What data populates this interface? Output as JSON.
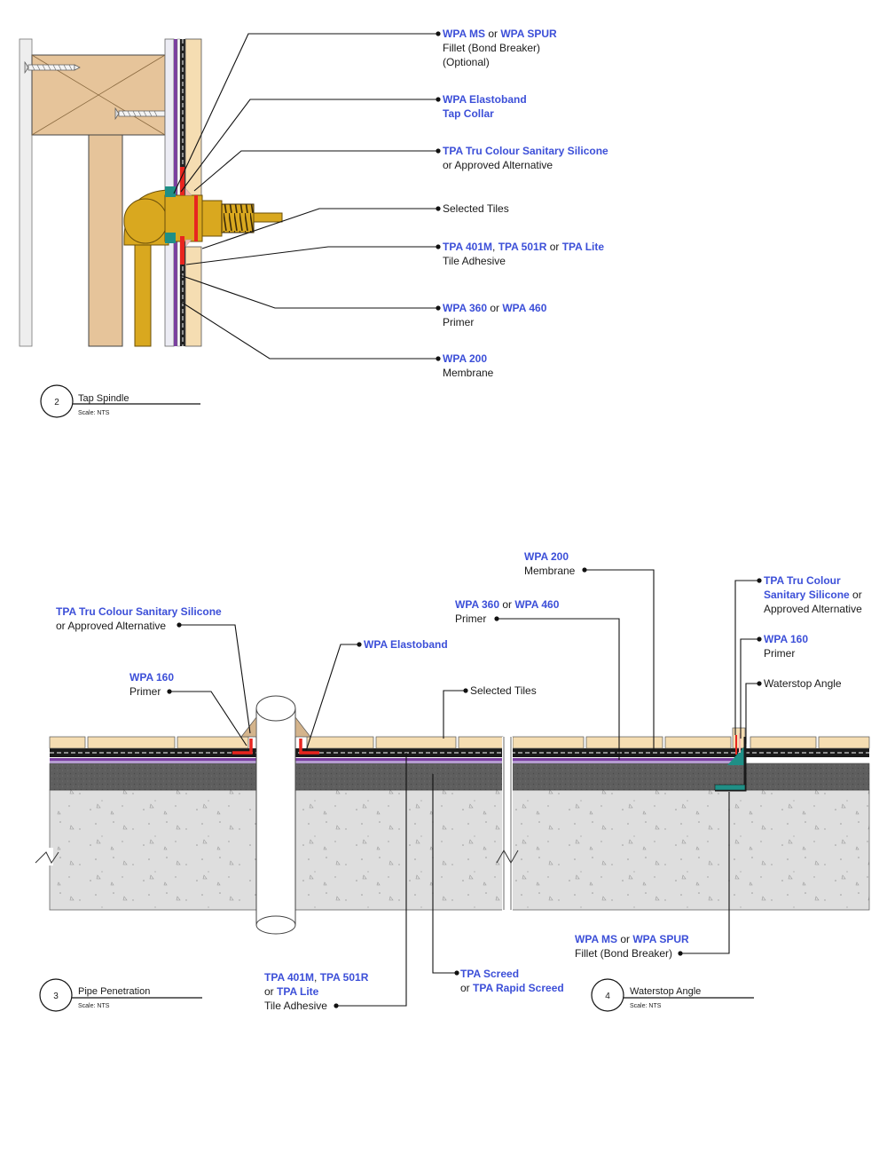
{
  "colors": {
    "label_blue": "#3c4fd8",
    "label_black": "#1a1a1a",
    "timber": "#e6c49a",
    "brass": "#d9a81f",
    "tile": "#f5ddb2",
    "screed": "#5e5e5e",
    "concrete": "#dedede",
    "teal": "#1f8f86",
    "red": "#e8251f",
    "purple": "#7b3fa0"
  },
  "details": [
    {
      "number": "2",
      "title": "Tap Spindle",
      "scale": "Scale:  NTS",
      "callouts": [
        {
          "id": "fillet",
          "lines": [
            [
              {
                "t": "WPA MS",
                "b": true
              },
              {
                "t": " or "
              },
              {
                "t": "WPA SPUR",
                "b": true
              }
            ],
            [
              {
                "t": "Fillet (Bond Breaker)"
              }
            ],
            [
              {
                "t": "(Optional)"
              }
            ]
          ]
        },
        {
          "id": "elastoband",
          "lines": [
            [
              {
                "t": "WPA Elastoband",
                "b": true
              }
            ],
            [
              {
                "t": "Tap Collar",
                "b": true
              }
            ]
          ]
        },
        {
          "id": "silicone",
          "lines": [
            [
              {
                "t": "TPA Tru Colour Sanitary Silicone",
                "b": true
              }
            ],
            [
              {
                "t": "or Approved Alternative"
              }
            ]
          ]
        },
        {
          "id": "tiles",
          "lines": [
            [
              {
                "t": "Selected Tiles"
              }
            ]
          ]
        },
        {
          "id": "adhesive",
          "lines": [
            [
              {
                "t": "TPA 401M",
                "b": true
              },
              {
                "t": ", "
              },
              {
                "t": "TPA 501R",
                "b": true
              },
              {
                "t": " or "
              },
              {
                "t": "TPA Lite",
                "b": true
              }
            ],
            [
              {
                "t": "Tile Adhesive"
              }
            ]
          ]
        },
        {
          "id": "primer",
          "lines": [
            [
              {
                "t": "WPA 360",
                "b": true
              },
              {
                "t": " or "
              },
              {
                "t": "WPA 460",
                "b": true
              }
            ],
            [
              {
                "t": "Primer"
              }
            ]
          ]
        },
        {
          "id": "membrane",
          "lines": [
            [
              {
                "t": "WPA 200",
                "b": true
              }
            ],
            [
              {
                "t": "Membrane"
              }
            ]
          ]
        }
      ]
    },
    {
      "number": "3",
      "title": "Pipe Penetration",
      "scale": "Scale:  NTS",
      "callouts": [
        {
          "id": "silicone",
          "lines": [
            [
              {
                "t": "TPA Tru Colour Sanitary Silicone",
                "b": true
              }
            ],
            [
              {
                "t": "or Approved Alternative"
              }
            ]
          ]
        },
        {
          "id": "elastoband",
          "lines": [
            [
              {
                "t": "WPA Elastoband",
                "b": true
              }
            ]
          ]
        },
        {
          "id": "primer",
          "lines": [
            [
              {
                "t": "WPA 160",
                "b": true
              }
            ],
            [
              {
                "t": "Primer"
              }
            ]
          ]
        },
        {
          "id": "tiles",
          "lines": [
            [
              {
                "t": "Selected Tiles"
              }
            ]
          ]
        },
        {
          "id": "adhesive",
          "lines": [
            [
              {
                "t": "TPA 401M",
                "b": true
              },
              {
                "t": ", "
              },
              {
                "t": "TPA 501R",
                "b": true
              }
            ],
            [
              {
                "t": "or "
              },
              {
                "t": "TPA Lite",
                "b": true
              }
            ],
            [
              {
                "t": "Tile Adhesive"
              }
            ]
          ]
        },
        {
          "id": "screed",
          "lines": [
            [
              {
                "t": "TPA Screed",
                "b": true
              }
            ],
            [
              {
                "t": "or "
              },
              {
                "t": "TPA Rapid Screed",
                "b": true
              }
            ]
          ]
        }
      ]
    },
    {
      "number": "4",
      "title": "Waterstop Angle",
      "scale": "Scale:  NTS",
      "callouts": [
        {
          "id": "membrane",
          "lines": [
            [
              {
                "t": "WPA 200",
                "b": true
              }
            ],
            [
              {
                "t": "Membrane"
              }
            ]
          ]
        },
        {
          "id": "primer2",
          "lines": [
            [
              {
                "t": "WPA 360",
                "b": true
              },
              {
                "t": " or "
              },
              {
                "t": "WPA 460",
                "b": true
              }
            ],
            [
              {
                "t": "Primer"
              }
            ]
          ]
        },
        {
          "id": "silicone",
          "lines": [
            [
              {
                "t": "TPA Tru Colour",
                "b": true
              }
            ],
            [
              {
                "t": "Sanitary Silicone",
                "b": true
              },
              {
                "t": " or"
              }
            ],
            [
              {
                "t": "Approved Alternative"
              }
            ]
          ]
        },
        {
          "id": "primer",
          "lines": [
            [
              {
                "t": "WPA 160",
                "b": true
              }
            ],
            [
              {
                "t": "Primer"
              }
            ]
          ]
        },
        {
          "id": "angle",
          "lines": [
            [
              {
                "t": "Waterstop Angle"
              }
            ]
          ]
        },
        {
          "id": "fillet",
          "lines": [
            [
              {
                "t": "WPA MS",
                "b": true
              },
              {
                "t": " or "
              },
              {
                "t": "WPA SPUR",
                "b": true
              }
            ],
            [
              {
                "t": "Fillet (Bond Breaker)"
              }
            ]
          ]
        }
      ]
    }
  ]
}
